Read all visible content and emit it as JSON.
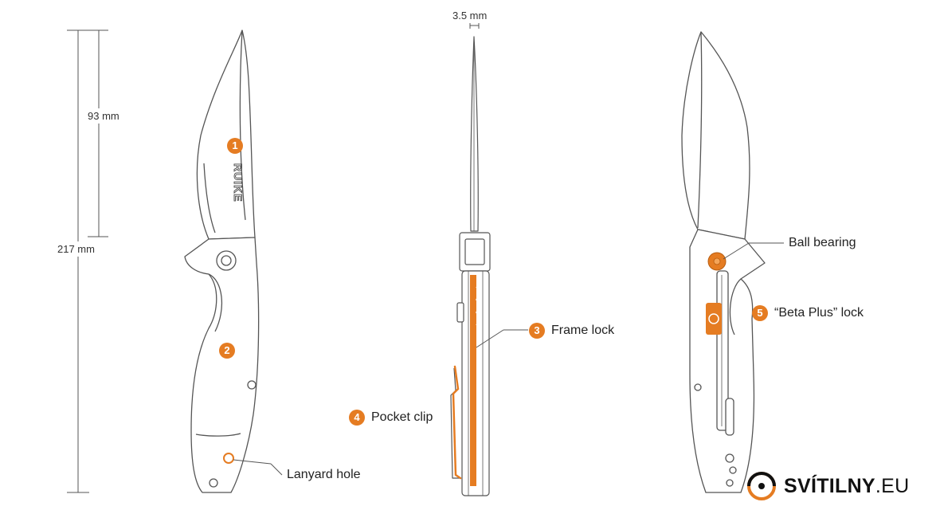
{
  "dimensions": {
    "blade_length": "93 mm",
    "overall_length": "217 mm",
    "blade_thickness": "3.5 mm"
  },
  "blade_logo": "RUIKE",
  "callouts": [
    {
      "number": "1"
    },
    {
      "number": "2"
    },
    {
      "number": "3",
      "label": "Frame lock"
    },
    {
      "number": "4",
      "label": "Pocket clip"
    },
    {
      "number": "5",
      "label": "“Beta Plus” lock"
    }
  ],
  "labels": {
    "lanyard_hole": "Lanyard hole",
    "ball_bearing": "Ball bearing"
  },
  "brand": {
    "name_bold": "SVÍTILNY",
    "name_suffix": ".EU"
  },
  "colors": {
    "accent": "#e57c22",
    "line": "#555555"
  }
}
